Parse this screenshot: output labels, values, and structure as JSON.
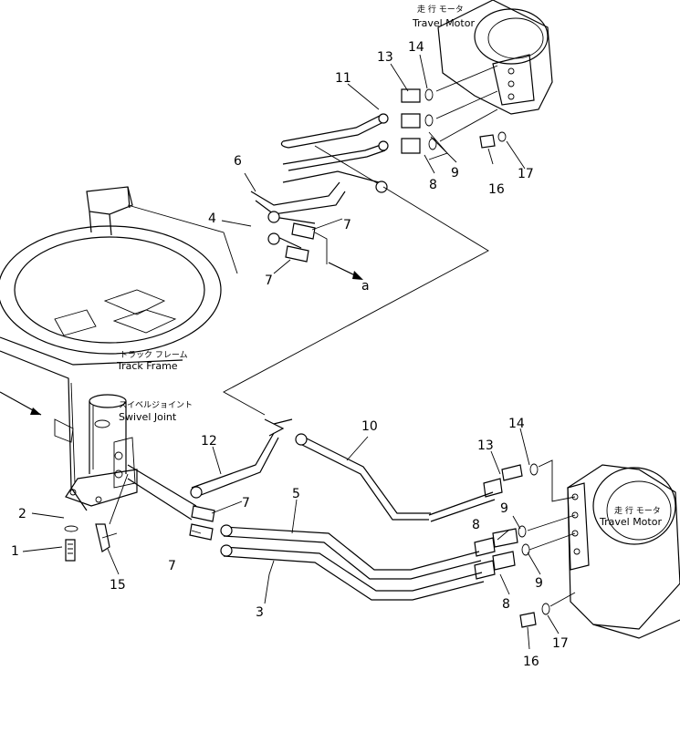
{
  "labels": {
    "travel_motor_top_jp": "走 行 モータ",
    "travel_motor_top_en": "Travel Motor",
    "travel_motor_bottom_jp": "走 行 モータ",
    "travel_motor_bottom_en": "Travel Motor",
    "track_frame_jp": "トラック フレーム",
    "track_frame_en": "Track Frame",
    "swivel_joint_jp": "スイベルジョイント",
    "swivel_joint_en": "Swivel Joint",
    "arrow_a": "a"
  },
  "callouts": {
    "n1": "1",
    "n2": "2",
    "n3": "3",
    "n4": "4",
    "n5": "5",
    "n6": "6",
    "n7a": "7",
    "n7b": "7",
    "n7c": "7",
    "n7d": "7",
    "n8a": "8",
    "n8b": "8",
    "n8c": "8",
    "n9a": "9",
    "n9b": "9",
    "n9c": "9",
    "n10": "10",
    "n11": "11",
    "n12": "12",
    "n13a": "13",
    "n13b": "13",
    "n14a": "14",
    "n14b": "14",
    "n15": "15",
    "n16a": "16",
    "n16b": "16",
    "n17a": "17",
    "n17b": "17"
  },
  "icons": {
    "travel_motor": "travel-motor-icon",
    "swivel_joint": "swivel-joint-icon",
    "track_frame": "track-frame-icon"
  }
}
